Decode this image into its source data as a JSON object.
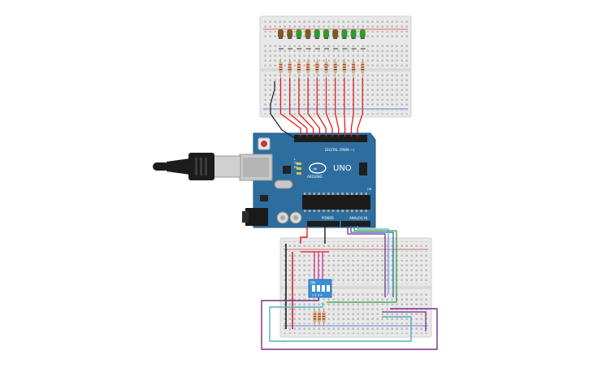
{
  "board": {
    "logo": "UNO",
    "brand": "ARDUINO",
    "digital_label": "DIGITAL (PWM ~)",
    "power_label": "POWER",
    "analog_label": "ANALOG IN",
    "led_labels": [
      "L",
      "TX",
      "RX"
    ],
    "on_label": "ON"
  },
  "dip_switch": {
    "label": "ON",
    "numbers": "1 2 3 4"
  },
  "colors": {
    "board": "#2d6e9e",
    "breadboard": "#e9e9e9",
    "led_brown": "#7a5a24",
    "led_green": "#2f9b2f",
    "wire_red": "#e01e1e",
    "wire_black": "#1a1a1a",
    "wire_purple": "#7b2d8e",
    "wire_cyan": "#4fb3c4",
    "wire_green": "#2e9e3e",
    "wire_blue": "#2d5fb4",
    "wire_magenta": "#c2358f",
    "dip": "#3a8fd6"
  }
}
